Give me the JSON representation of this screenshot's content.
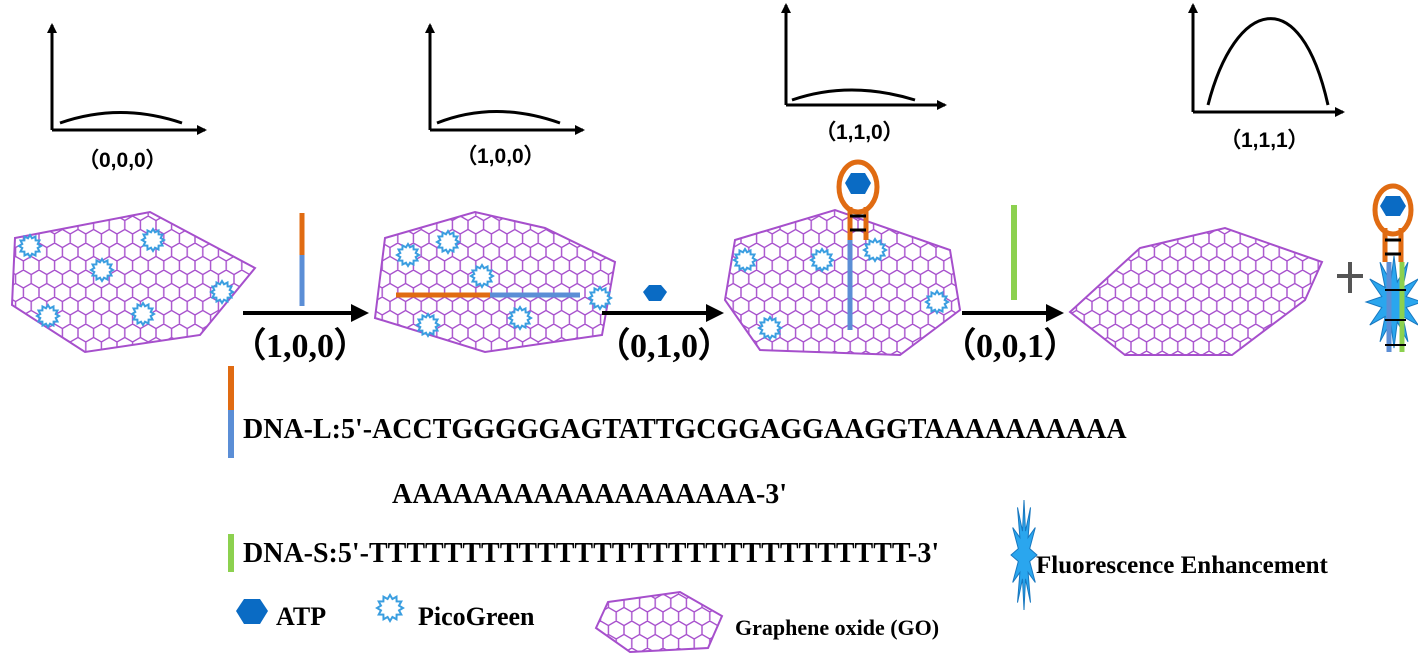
{
  "states": [
    "（0,0,0）",
    "（1,0,0）",
    "（1,1,0）",
    "（1,1,1）"
  ],
  "steps": [
    "（1,0,0）",
    "（0,1,0）",
    "（0,0,1）"
  ],
  "sequences": {
    "dna_l_line1": "DNA-L:5'-ACCTGGGGGAGTATTGCGGAGGAAGGTAAAAAAAAAA",
    "dna_l_line2": "AAAAAAAAAAAAAAAAAA-3'",
    "dna_s": "DNA-S:5'-TTTTTTTTTTTTTTTTTTTTTTTTTTTTT-3'"
  },
  "legend": {
    "fluorescence": "Fluorescence Enhancement",
    "atp": "ATP",
    "picogreen": "PicoGreen",
    "go": "Graphene oxide (GO)"
  },
  "colors": {
    "graphene": "#a64fcc",
    "orange_strand": "#e06b12",
    "blue_strand": "#5b8ed6",
    "green_strand": "#8cd14f",
    "atp": "#0a6bc4",
    "picogreen": "#3a9ee0",
    "burst": "#2aa6ee"
  }
}
